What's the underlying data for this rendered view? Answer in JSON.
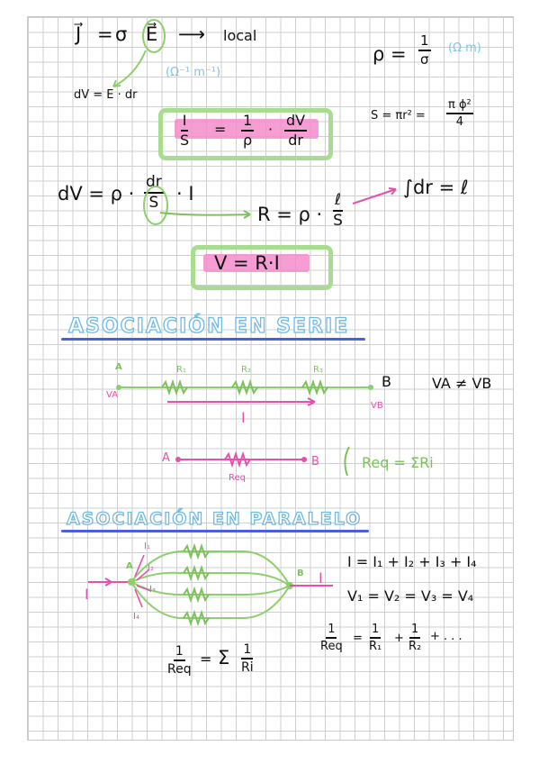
{
  "eq_ohm_local": {
    "lhs": "J⃗",
    "eq": "=",
    "sigma": "σ",
    "E": "E⃗",
    "arrow": "⟶",
    "note": "local"
  },
  "units_sigma": "(Ω⁻¹ m⁻¹)",
  "dV_def": "dV = E · dr",
  "rho": {
    "lhs": "ρ =",
    "num": "1",
    "den": "σ",
    "units": "(Ω m)"
  },
  "eq_boxed_1": {
    "num1": "I",
    "den1": "S",
    "eq": "=",
    "num2": "1",
    "den2": "ρ",
    "dot": "·",
    "num3": "dV",
    "den3": "dr"
  },
  "area": {
    "lhs": "S = πr² =",
    "num": "π ϕ²",
    "den": "4"
  },
  "dV_expr": {
    "lhs": "dV = ρ ·",
    "num": "dr",
    "den": "S",
    "tail": "· I"
  },
  "R_expr": {
    "lhs": "R = ρ ·",
    "num": "ℓ",
    "den": "S"
  },
  "integral": "∫dr = ℓ",
  "ohm_law": "V = R·I",
  "serie": {
    "heading": "ASOCIACIÓN EN SERIE",
    "node_a": "A",
    "node_b": "B",
    "va": "VA",
    "vb": "VB",
    "resistors": [
      "R₁",
      "R₂",
      "R₃"
    ],
    "current": "I",
    "inequality": "VA ≠ VB",
    "equiv_a": "A",
    "equiv_b": "B",
    "equiv_label": "Req",
    "formula": "Req = ΣRi"
  },
  "paralelo": {
    "heading": "ASOCIACIÓN EN PARALELO",
    "node_a": "A",
    "node_b": "B",
    "current_in": "I",
    "current_out": "I",
    "branch_currents": [
      "I₁",
      "I₂",
      "I₃",
      "I₄"
    ],
    "current_sum": "I = I₁ + I₂ + I₃ + I₄",
    "voltages": "V₁ = V₂ = V₃ = V₄",
    "inv_sum": {
      "num": "1",
      "den": "Req",
      "eq": "=",
      "sigma": "Σ",
      "num2": "1",
      "den2": "Ri"
    },
    "inv_expand": {
      "num": "1",
      "den": "Req",
      "eq": "=",
      "t1n": "1",
      "t1d": "R₁",
      "plus": "+",
      "t2n": "1",
      "t2d": "R₂",
      "tail": "+ . . ."
    }
  }
}
